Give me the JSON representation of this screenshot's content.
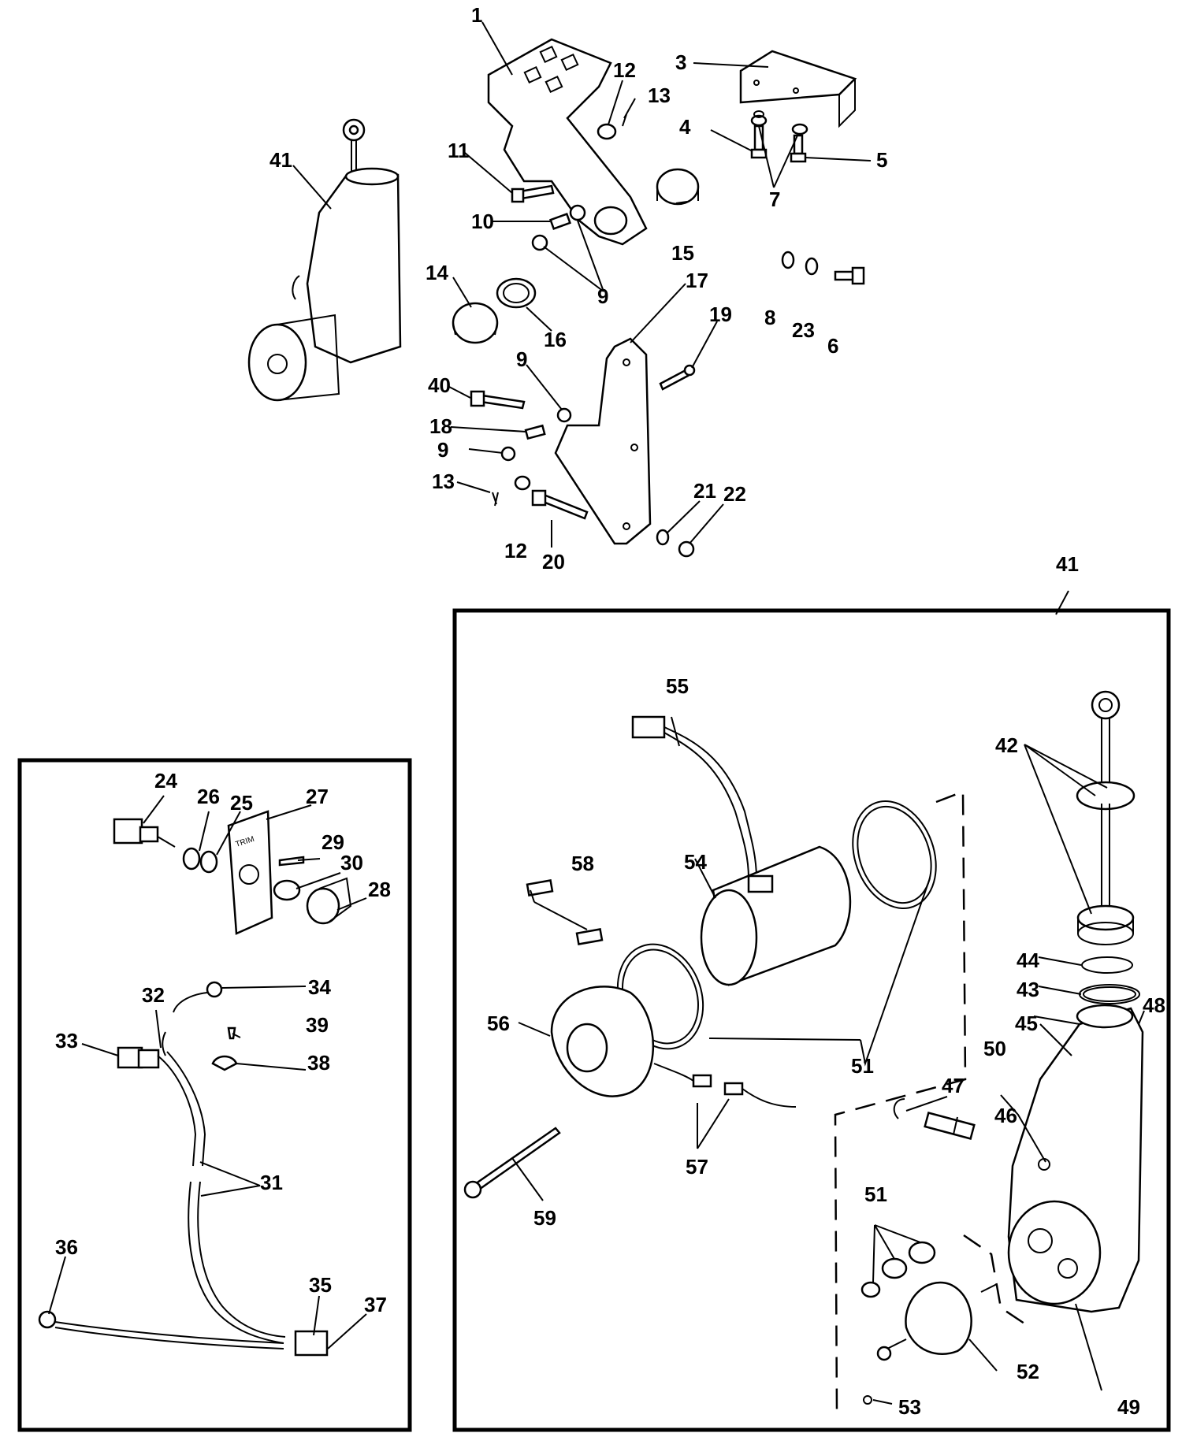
{
  "callouts": {
    "c1": "1",
    "c3": "3",
    "c4": "4",
    "c5": "5",
    "c6": "6",
    "c7": "7",
    "c8": "8",
    "c9a": "9",
    "c9b": "9",
    "c9c": "9",
    "c10": "10",
    "c11": "11",
    "c12a": "12",
    "c12b": "12",
    "c13a": "13",
    "c13b": "13",
    "c14": "14",
    "c15": "15",
    "c16": "16",
    "c17": "17",
    "c18": "18",
    "c19": "19",
    "c20": "20",
    "c21": "21",
    "c22": "22",
    "c23": "23",
    "c24": "24",
    "c25": "25",
    "c26": "26",
    "c27": "27",
    "c28": "28",
    "c29": "29",
    "c30": "30",
    "c31": "31",
    "c32": "32",
    "c33": "33",
    "c34": "34",
    "c35": "35",
    "c36": "36",
    "c37": "37",
    "c38": "38",
    "c39": "39",
    "c40": "40",
    "c41a": "41",
    "c41b": "41",
    "c42": "42",
    "c43": "43",
    "c44": "44",
    "c45": "45",
    "c46": "46",
    "c47": "47",
    "c48": "48",
    "c49": "49",
    "c50": "50",
    "c51a": "51",
    "c51b": "51",
    "c52": "52",
    "c53": "53",
    "c54": "54",
    "c55": "55",
    "c56": "56",
    "c57": "57",
    "c58": "58",
    "c59": "59"
  },
  "plate_text": "TRIM"
}
